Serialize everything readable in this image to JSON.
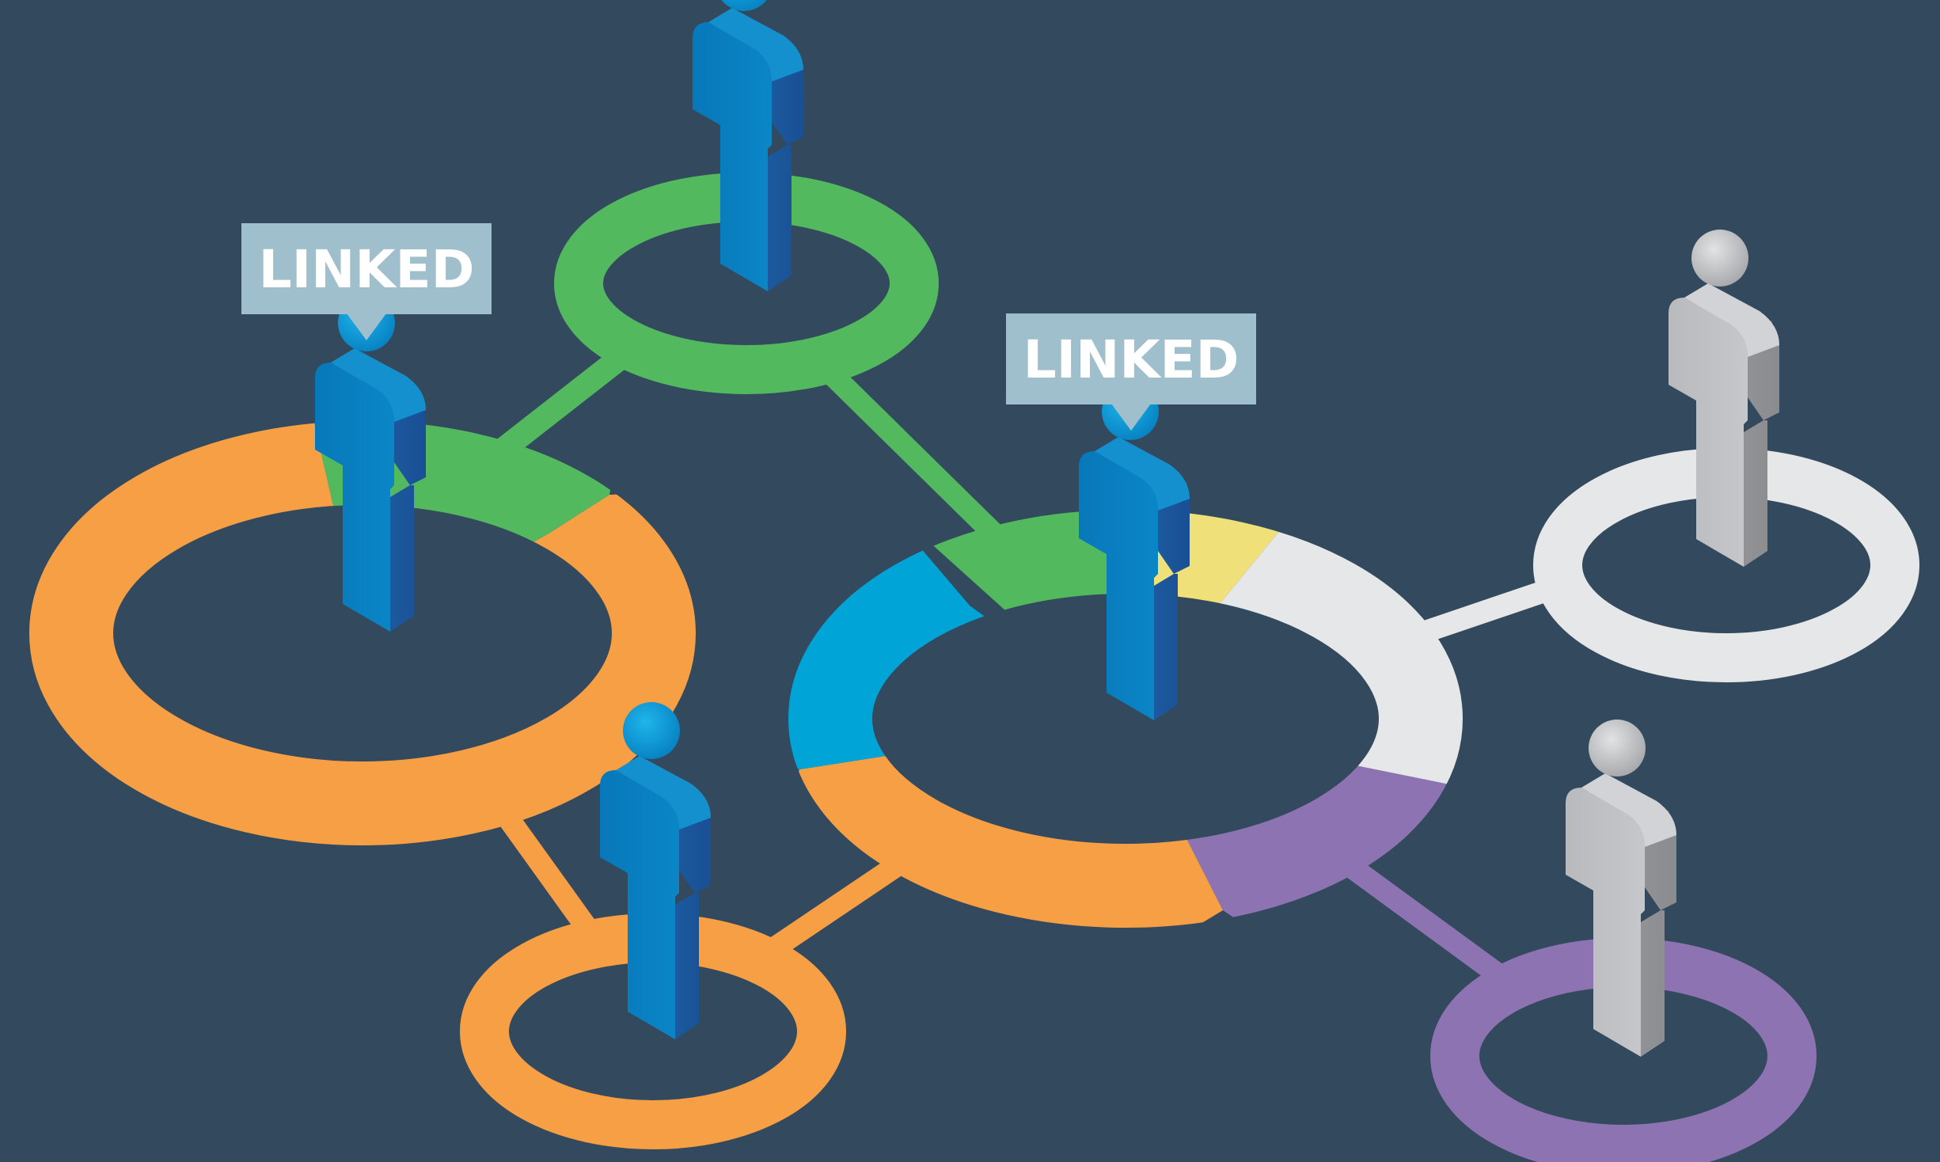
{
  "colors": {
    "background": "#33495d",
    "green": "#52b95f",
    "orange": "#f79f44",
    "blue": "#00a4d6",
    "yellow": "#efe07a",
    "light_gray": "#e6e7e9",
    "purple": "#8e73b3",
    "callout": "#9fbfcc",
    "person_blue": "#0a7cbd",
    "person_gray": "#b4b5b8"
  },
  "callouts": [
    {
      "text": "LINKED"
    },
    {
      "text": "LINKED"
    }
  ],
  "nodes": [
    {
      "id": "top-node",
      "person": "blue-person-icon",
      "ring": [
        "green"
      ]
    },
    {
      "id": "left-node",
      "person": "blue-person-icon",
      "ring": [
        "green",
        "orange"
      ]
    },
    {
      "id": "center-node",
      "person": "blue-person-icon",
      "ring": [
        "green",
        "yellow",
        "light_gray",
        "purple",
        "orange",
        "blue"
      ]
    },
    {
      "id": "bottom-node",
      "person": "blue-person-icon",
      "ring": [
        "orange"
      ]
    },
    {
      "id": "right-top-node",
      "person": "gray-person-icon",
      "ring": [
        "light_gray"
      ]
    },
    {
      "id": "right-bottom-node",
      "person": "gray-person-icon",
      "ring": [
        "purple"
      ]
    }
  ]
}
